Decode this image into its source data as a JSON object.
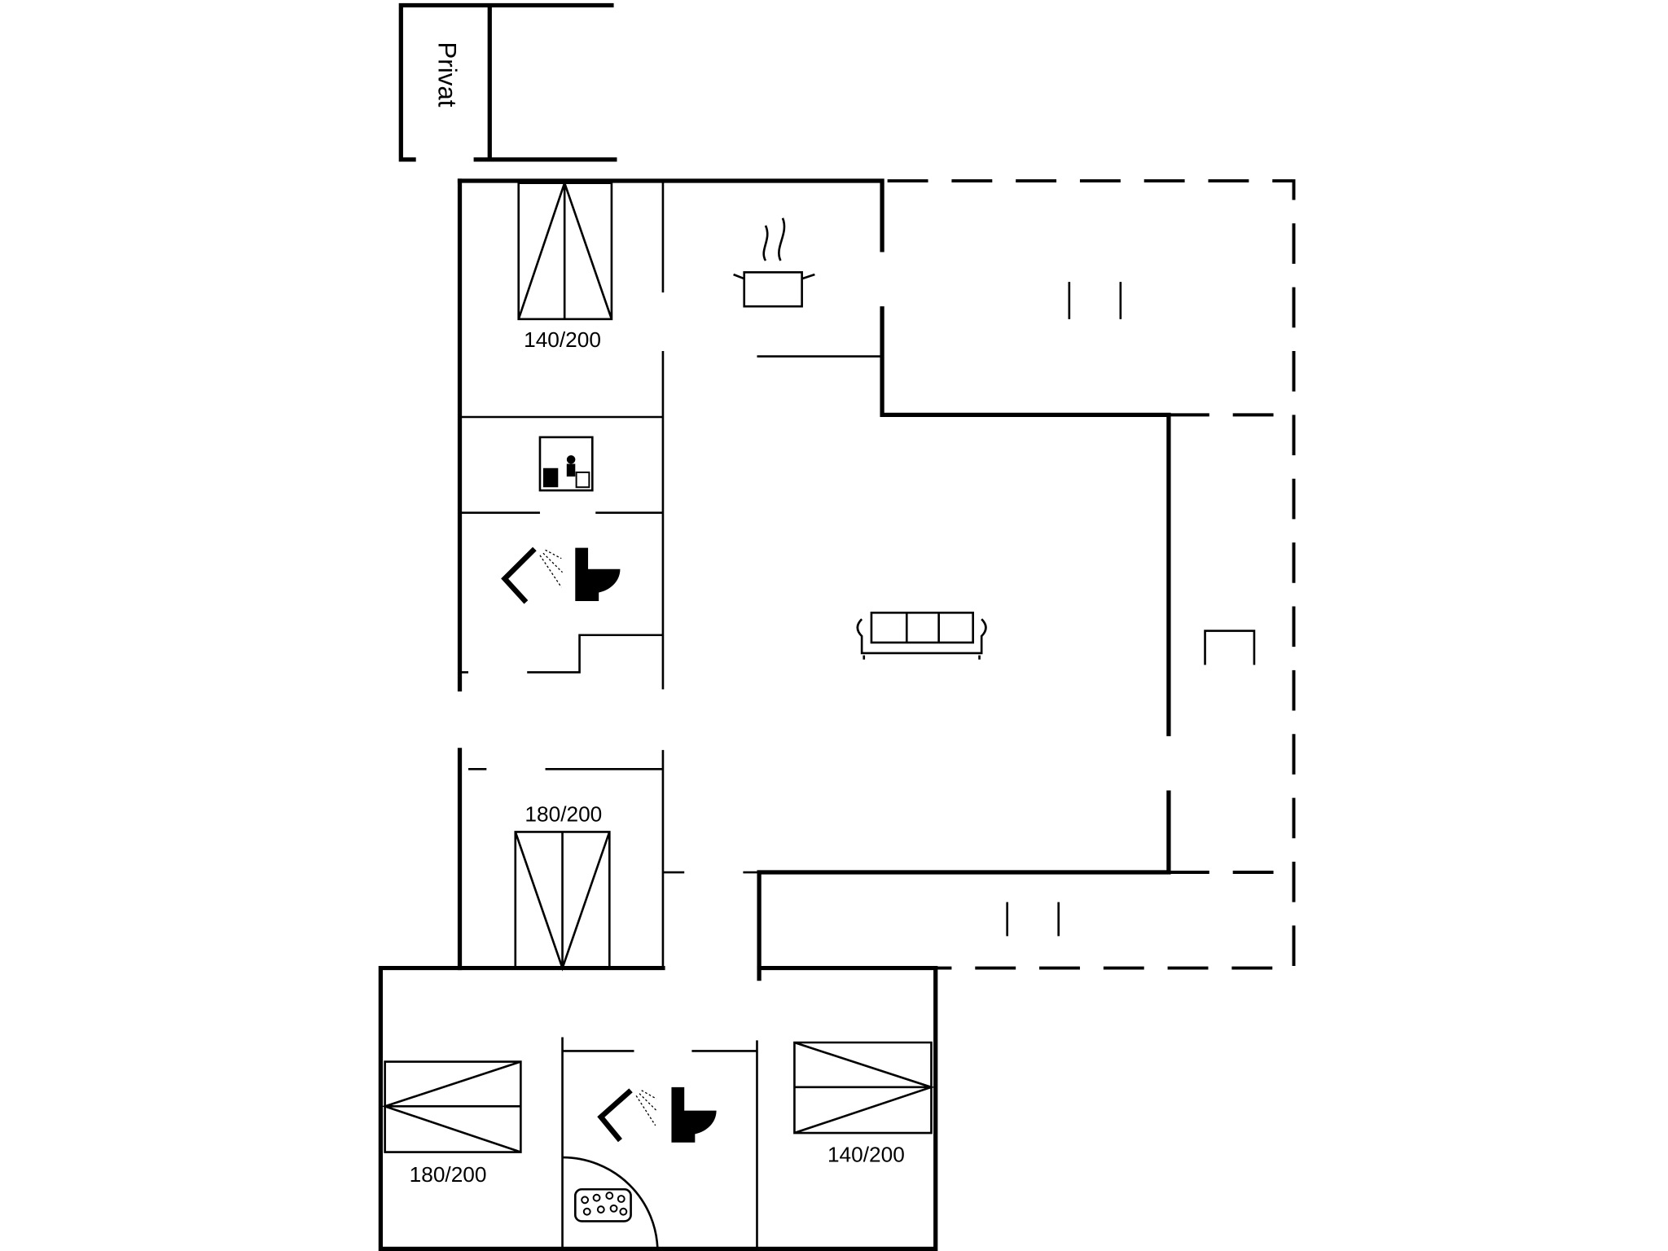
{
  "plan": {
    "privat_label": "Privat",
    "beds": [
      {
        "label": "140/200"
      },
      {
        "label": "180/200"
      },
      {
        "label": "180/200"
      },
      {
        "label": "140/200"
      }
    ],
    "icons": [
      "cooking-pot-icon",
      "sauna-icon",
      "shower-icon",
      "toilet-icon",
      "sofa-icon",
      "jacuzzi-icon"
    ],
    "wall_color": "#000000",
    "background": "#ffffff"
  }
}
